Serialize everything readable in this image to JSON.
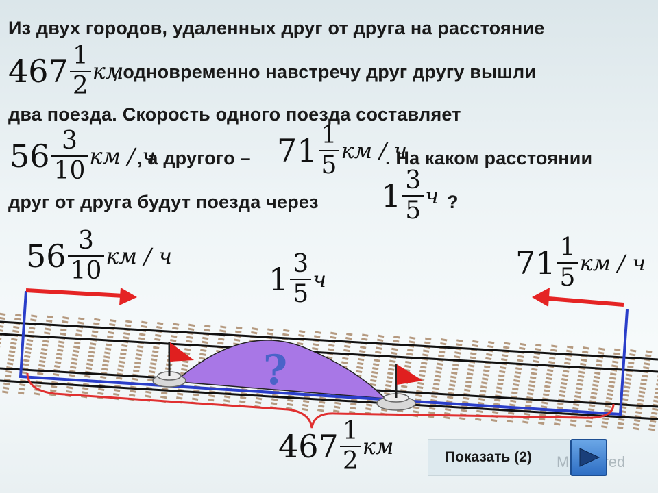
{
  "problem": {
    "line1": "Из двух городов, удаленных друг от друга на расстояние",
    "line2": ", одновременно навстречу друг другу вышли",
    "line3": "два поезда. Скорость одного поезда составляет",
    "line4a": ", а другого –",
    "line4b": ". На каком расстоянии",
    "line5": "друг от друга будут поезда через",
    "line5_end": "?"
  },
  "distance": {
    "whole": "467",
    "num": "1",
    "den": "2",
    "unit": "км"
  },
  "speed1": {
    "whole": "56",
    "num": "3",
    "den": "10",
    "unit": "км / ч"
  },
  "speed2": {
    "whole": "71",
    "num": "1",
    "den": "5",
    "unit": "км / ч"
  },
  "time": {
    "whole": "1",
    "num": "3",
    "den": "5",
    "unit": "ч"
  },
  "diagram": {
    "question_mark": "?",
    "speed1": {
      "whole": "56",
      "num": "3",
      "den": "10",
      "unit": "км / ч"
    },
    "speed2": {
      "whole": "71",
      "num": "1",
      "den": "5",
      "unit": "км / ч"
    },
    "time": {
      "whole": "1",
      "num": "3",
      "den": "5",
      "unit": "ч"
    },
    "distance": {
      "whole": "467",
      "num": "1",
      "den": "2",
      "unit": "км"
    }
  },
  "controls": {
    "show_label": "Показать (2)",
    "play_icon": "play-triangle-icon"
  },
  "watermark": "MyShared",
  "colors": {
    "arrow": "#e52424",
    "frame": "#2a3ec9",
    "brace": "#e03030",
    "region": "#a877e6",
    "flag": "#e01f1f"
  }
}
